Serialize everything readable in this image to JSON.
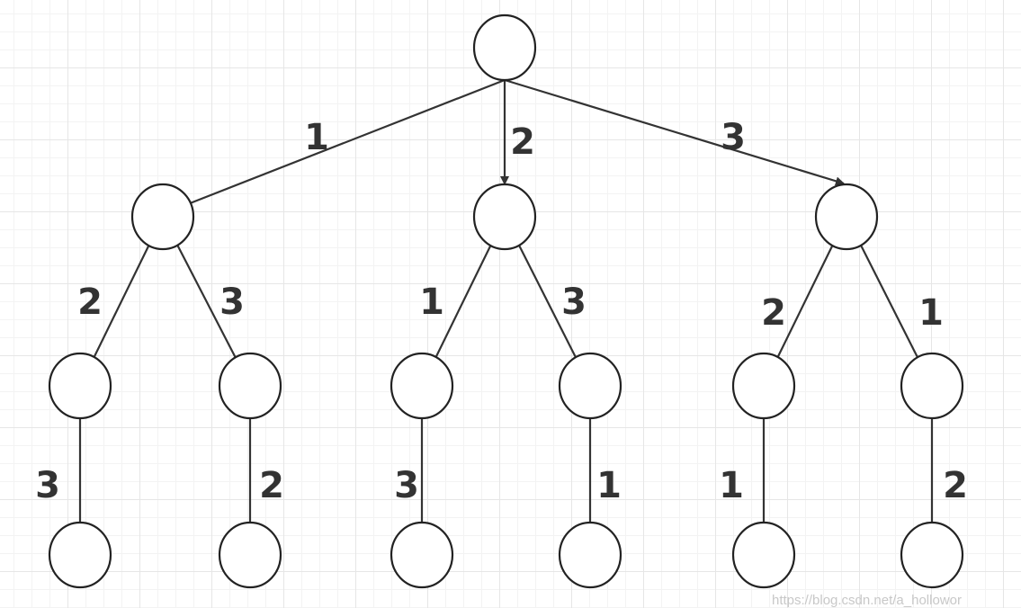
{
  "diagram": {
    "type": "permutation-tree",
    "nodes": [
      {
        "id": "root"
      },
      {
        "id": "a"
      },
      {
        "id": "b"
      },
      {
        "id": "c"
      },
      {
        "id": "a1"
      },
      {
        "id": "a2"
      },
      {
        "id": "b1"
      },
      {
        "id": "b2"
      },
      {
        "id": "c1"
      },
      {
        "id": "c2"
      },
      {
        "id": "a1l"
      },
      {
        "id": "a2l"
      },
      {
        "id": "b1l"
      },
      {
        "id": "b2l"
      },
      {
        "id": "c1l"
      },
      {
        "id": "c2l"
      }
    ],
    "edges": [
      {
        "from": "root",
        "to": "a",
        "label": "1",
        "arrow": false
      },
      {
        "from": "root",
        "to": "b",
        "label": "2",
        "arrow": true
      },
      {
        "from": "root",
        "to": "c",
        "label": "3",
        "arrow": true
      },
      {
        "from": "a",
        "to": "a1",
        "label": "2",
        "arrow": false
      },
      {
        "from": "a",
        "to": "a2",
        "label": "3",
        "arrow": false
      },
      {
        "from": "b",
        "to": "b1",
        "label": "1",
        "arrow": false
      },
      {
        "from": "b",
        "to": "b2",
        "label": "3",
        "arrow": false
      },
      {
        "from": "c",
        "to": "c1",
        "label": "2",
        "arrow": false
      },
      {
        "from": "c",
        "to": "c2",
        "label": "1",
        "arrow": false
      },
      {
        "from": "a1",
        "to": "a1l",
        "label": "3",
        "arrow": false
      },
      {
        "from": "a2",
        "to": "a2l",
        "label": "2",
        "arrow": false
      },
      {
        "from": "b1",
        "to": "b1l",
        "label": "3",
        "arrow": false
      },
      {
        "from": "b2",
        "to": "b2l",
        "label": "1",
        "arrow": false
      },
      {
        "from": "c1",
        "to": "c1l",
        "label": "1",
        "arrow": false
      },
      {
        "from": "c2",
        "to": "c2l",
        "label": "2",
        "arrow": false
      }
    ]
  },
  "watermark": "https://blog.csdn.net/a_hollowor"
}
